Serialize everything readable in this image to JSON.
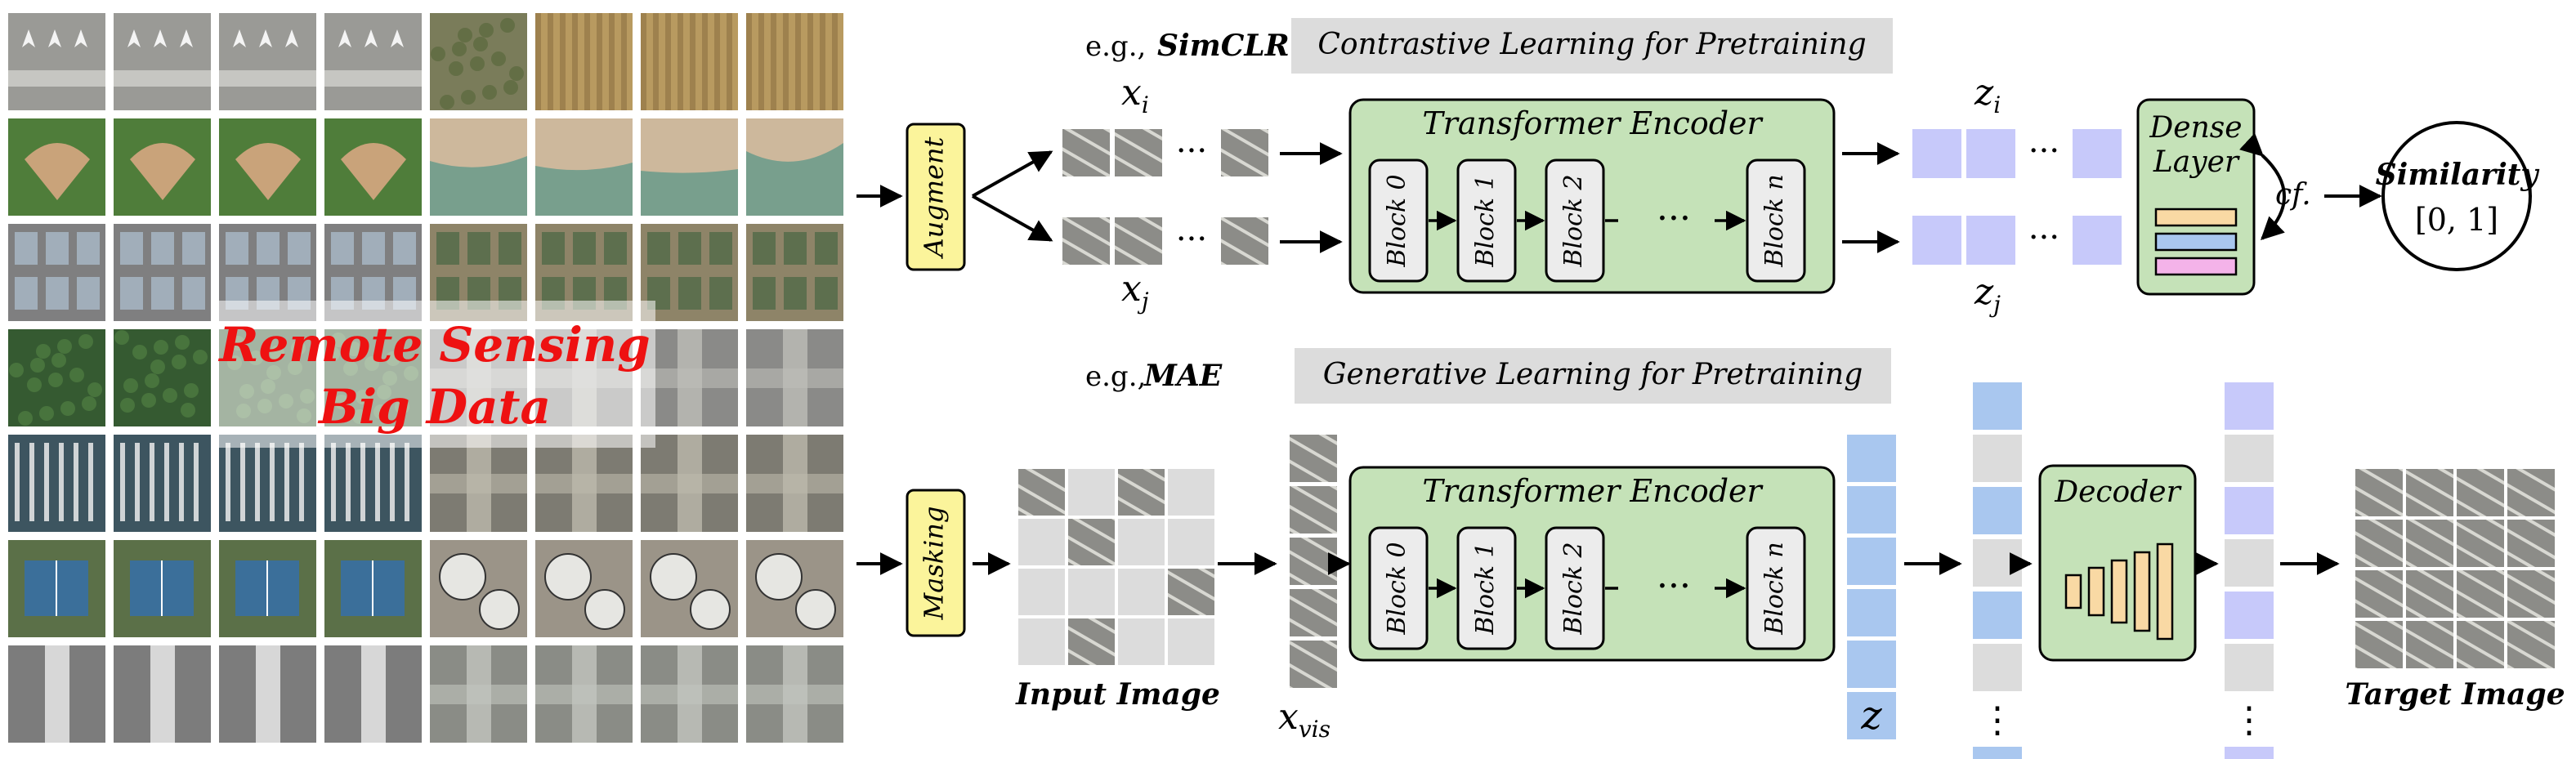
{
  "mosaic": {
    "overlay_line1": "Remote Sensing",
    "overlay_line2": "Big Data",
    "overlay_color": "#ee1111",
    "tiles": [
      [
        "airport",
        "airport",
        "airport",
        "airport",
        "orchard",
        "farmland",
        "farmland",
        "farmland"
      ],
      [
        "baseball-field",
        "baseball-field",
        "baseball-field",
        "baseball-field",
        "beach",
        "beach",
        "beach",
        "beach"
      ],
      [
        "buildings",
        "buildings",
        "buildings",
        "buildings",
        "residential",
        "residential",
        "residential",
        "residential"
      ],
      [
        "forest",
        "forest",
        "forest",
        "forest",
        "freeway",
        "freeway",
        "freeway",
        "freeway"
      ],
      [
        "harbor",
        "harbor",
        "harbor",
        "harbor",
        "intersection",
        "intersection",
        "intersection",
        "intersection"
      ],
      [
        "tennis-court",
        "tennis-court",
        "tennis-court",
        "tennis-court",
        "storage-tanks",
        "storage-tanks",
        "storage-tanks",
        "storage-tanks"
      ],
      [
        "runway",
        "runway",
        "runway",
        "runway",
        "overpass",
        "overpass",
        "overpass",
        "overpass"
      ]
    ]
  },
  "contrastive": {
    "example_prefix": "e.g.,",
    "example_name": "SimCLR",
    "banner": "Contrastive Learning for Pretraining",
    "augment_label": "Augment",
    "view_i_label": "x",
    "view_i_sub": "i",
    "view_j_label": "x",
    "view_j_sub": "j",
    "ellipsis": "···",
    "encoder_title": "Transformer Encoder",
    "blocks": [
      "Block 0",
      "Block 1",
      "Block 2",
      "Block n"
    ],
    "z_i_label": "z",
    "z_i_sub": "i",
    "z_j_label": "z",
    "z_j_sub": "j",
    "dense_label_line1": "Dense",
    "dense_label_line2": "Layer",
    "cf_label": "cf.",
    "similarity_label": "Similarity",
    "similarity_range": "[0, 1]"
  },
  "generative": {
    "example_prefix": "e.g.,",
    "example_name": "MAE",
    "banner": "Generative Learning for Pretraining",
    "masking_label": "Masking",
    "input_image_label": "Input Image",
    "x_vis_label": "x",
    "x_vis_sub": "vis",
    "encoder_title": "Transformer Encoder",
    "blocks": [
      "Block 0",
      "Block 1",
      "Block 2",
      "Block n"
    ],
    "ellipsis": "···",
    "z_label": "z",
    "vertical_ellipsis": "⋮",
    "decoder_label": "Decoder",
    "target_image_label": "Target Image"
  },
  "colors": {
    "encoder_fill": "#c5e2b8",
    "block_fill": "#ececec",
    "augment_fill": "#fbf49b",
    "banner_fill": "#dcdcdc",
    "token_lavender": "#c7c9fa",
    "token_blue": "#a9c7ef",
    "mask_gray": "#dcdcdc",
    "dense_orange": "#f9d9a4",
    "dense_blue": "#a9c7ef",
    "dense_pink": "#f4b3e9",
    "decoder_bar": "#f9d9a4"
  }
}
